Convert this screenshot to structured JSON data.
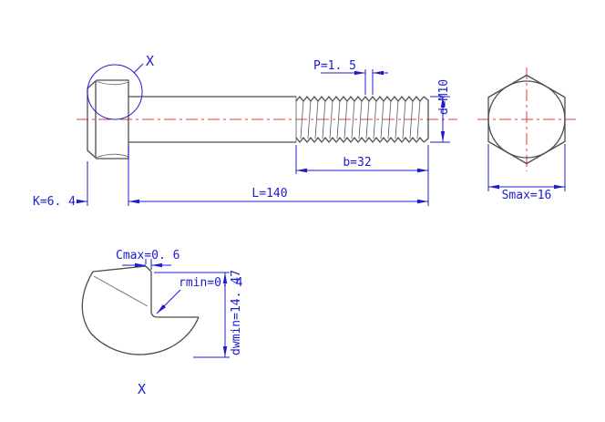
{
  "drawing": {
    "type": "hex-bolt-technical-drawing",
    "labels": {
      "detail_marker": "X",
      "detail_view_label": "X",
      "pitch": "P=1. 5",
      "thread_diameter": "d=M10",
      "thread_length": "b=32",
      "total_length": "L=140",
      "head_height": "K=6. 4",
      "width_across_flats": "Smax=16",
      "chamfer_max": "Cmax=0. 6",
      "fillet_radius_min": "rmin=0. 4",
      "washer_face_dia_min": "dwmin=14. 47"
    },
    "colors": {
      "dimension_blue": "#1c1ccf",
      "centerline_red": "#e23c3c",
      "outline_gray": "#4d4d4d",
      "background": "#ffffff"
    }
  }
}
